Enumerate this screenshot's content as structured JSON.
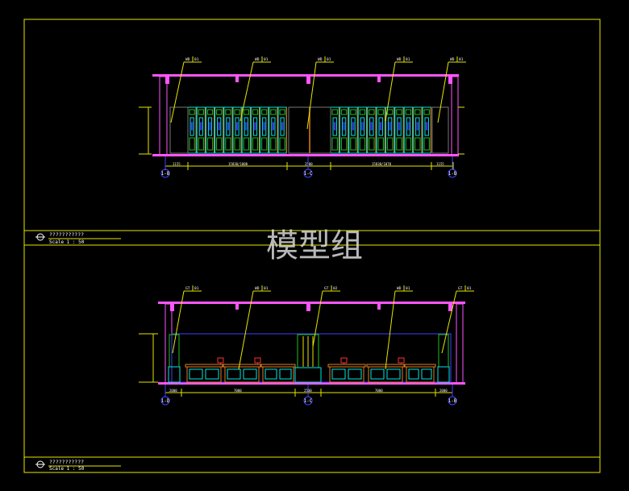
{
  "watermark": "模型组",
  "panel1": {
    "title": "???????????",
    "scale": "Scale 1 : 50",
    "axes": [
      "1-B",
      "1-C",
      "1-B"
    ],
    "dims": [
      "1155",
      "15830/1000",
      "2500",
      "15830/1070",
      "1155"
    ],
    "tags": [
      {
        "left": "WD",
        "right": "01"
      },
      {
        "left": "WD",
        "right": "01"
      },
      {
        "left": "WD",
        "right": "01"
      },
      {
        "left": "WD",
        "right": "01"
      },
      {
        "left": "WD",
        "right": "01"
      }
    ]
  },
  "panel2": {
    "title": "???????????",
    "scale": "Scale 1 : 50",
    "axes": [
      "1-D",
      "1-C",
      "1-B"
    ],
    "dims": [
      "2000",
      "7000",
      "2500",
      "7000",
      "2000"
    ],
    "tags": [
      {
        "left": "GT",
        "right": "01"
      },
      {
        "left": "WD",
        "right": "01"
      },
      {
        "left": "GT",
        "right": "02"
      },
      {
        "left": "WD",
        "right": "01"
      },
      {
        "left": "GT",
        "right": "01"
      }
    ]
  },
  "colors": {
    "frame": "#e6e600",
    "pink": "#ff55ff",
    "cyan": "#00e5e5",
    "blue": "#4040ff",
    "orange": "#e08020",
    "green": "#20c020",
    "red": "#ff3030",
    "white": "#ffffff"
  }
}
